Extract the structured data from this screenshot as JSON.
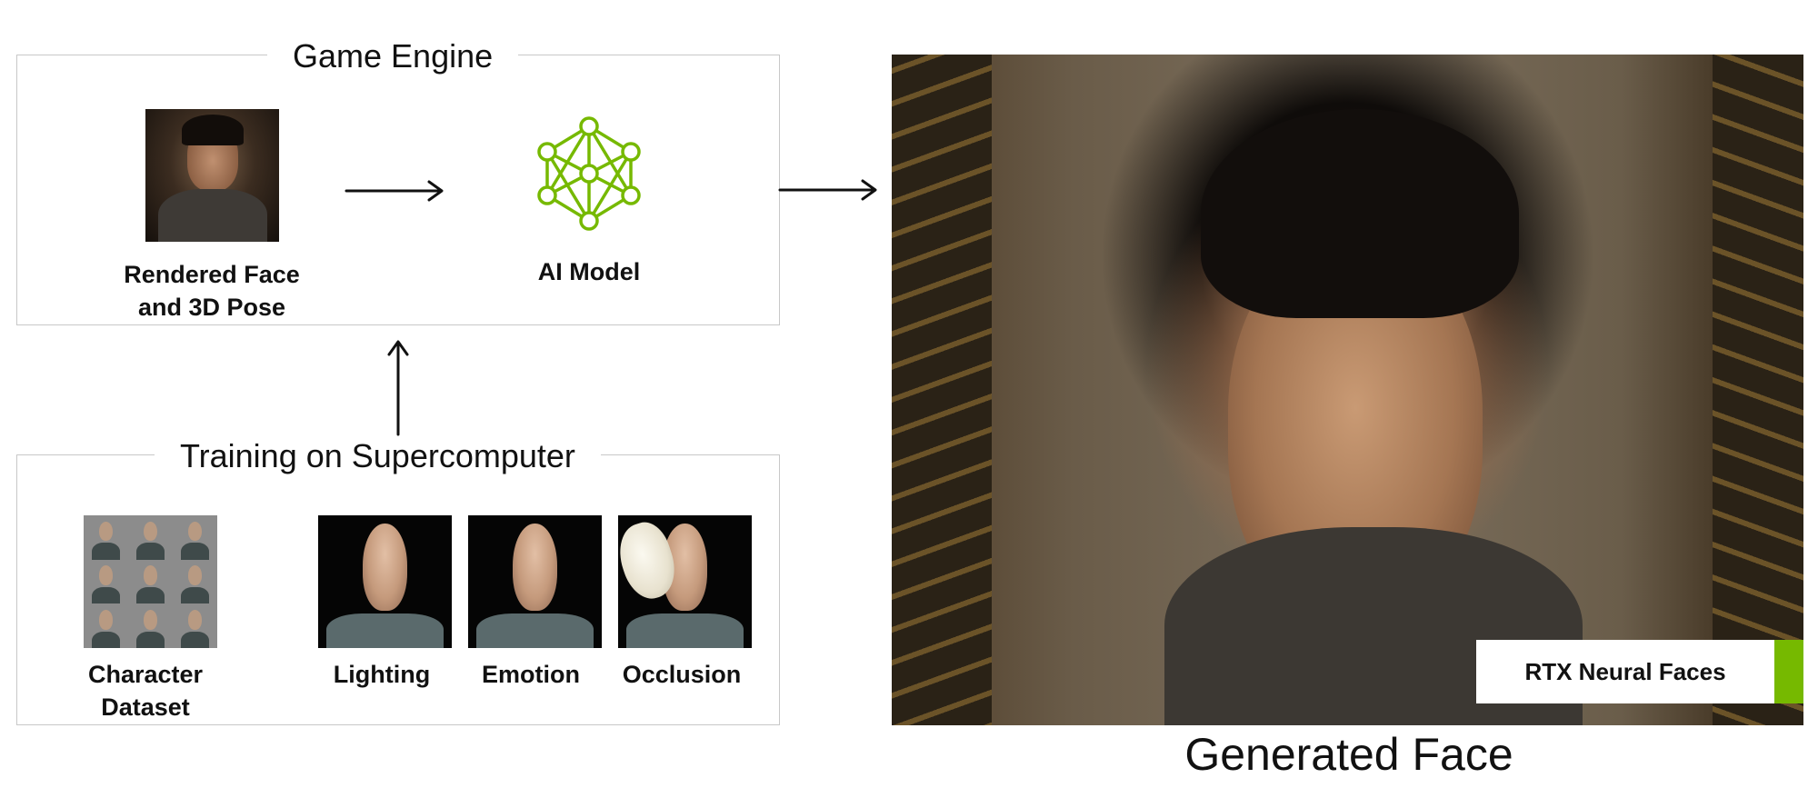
{
  "game_engine": {
    "title": "Game Engine",
    "rendered_face_label_line1": "Rendered Face",
    "rendered_face_label_line2": "and 3D Pose",
    "ai_model_label": "AI Model",
    "ai_model_icon": "neural-network-icon",
    "accent_color": "#76b900"
  },
  "training": {
    "title": "Training on Supercomputer",
    "items": [
      {
        "label_line1": "Character",
        "label_line2": "Dataset"
      },
      {
        "label_line1": "Lighting"
      },
      {
        "label_line1": "Emotion"
      },
      {
        "label_line1": "Occlusion"
      }
    ]
  },
  "output": {
    "badge_label": "RTX Neural Faces",
    "badge_accent": "#76b900",
    "caption": "Generated Face"
  }
}
